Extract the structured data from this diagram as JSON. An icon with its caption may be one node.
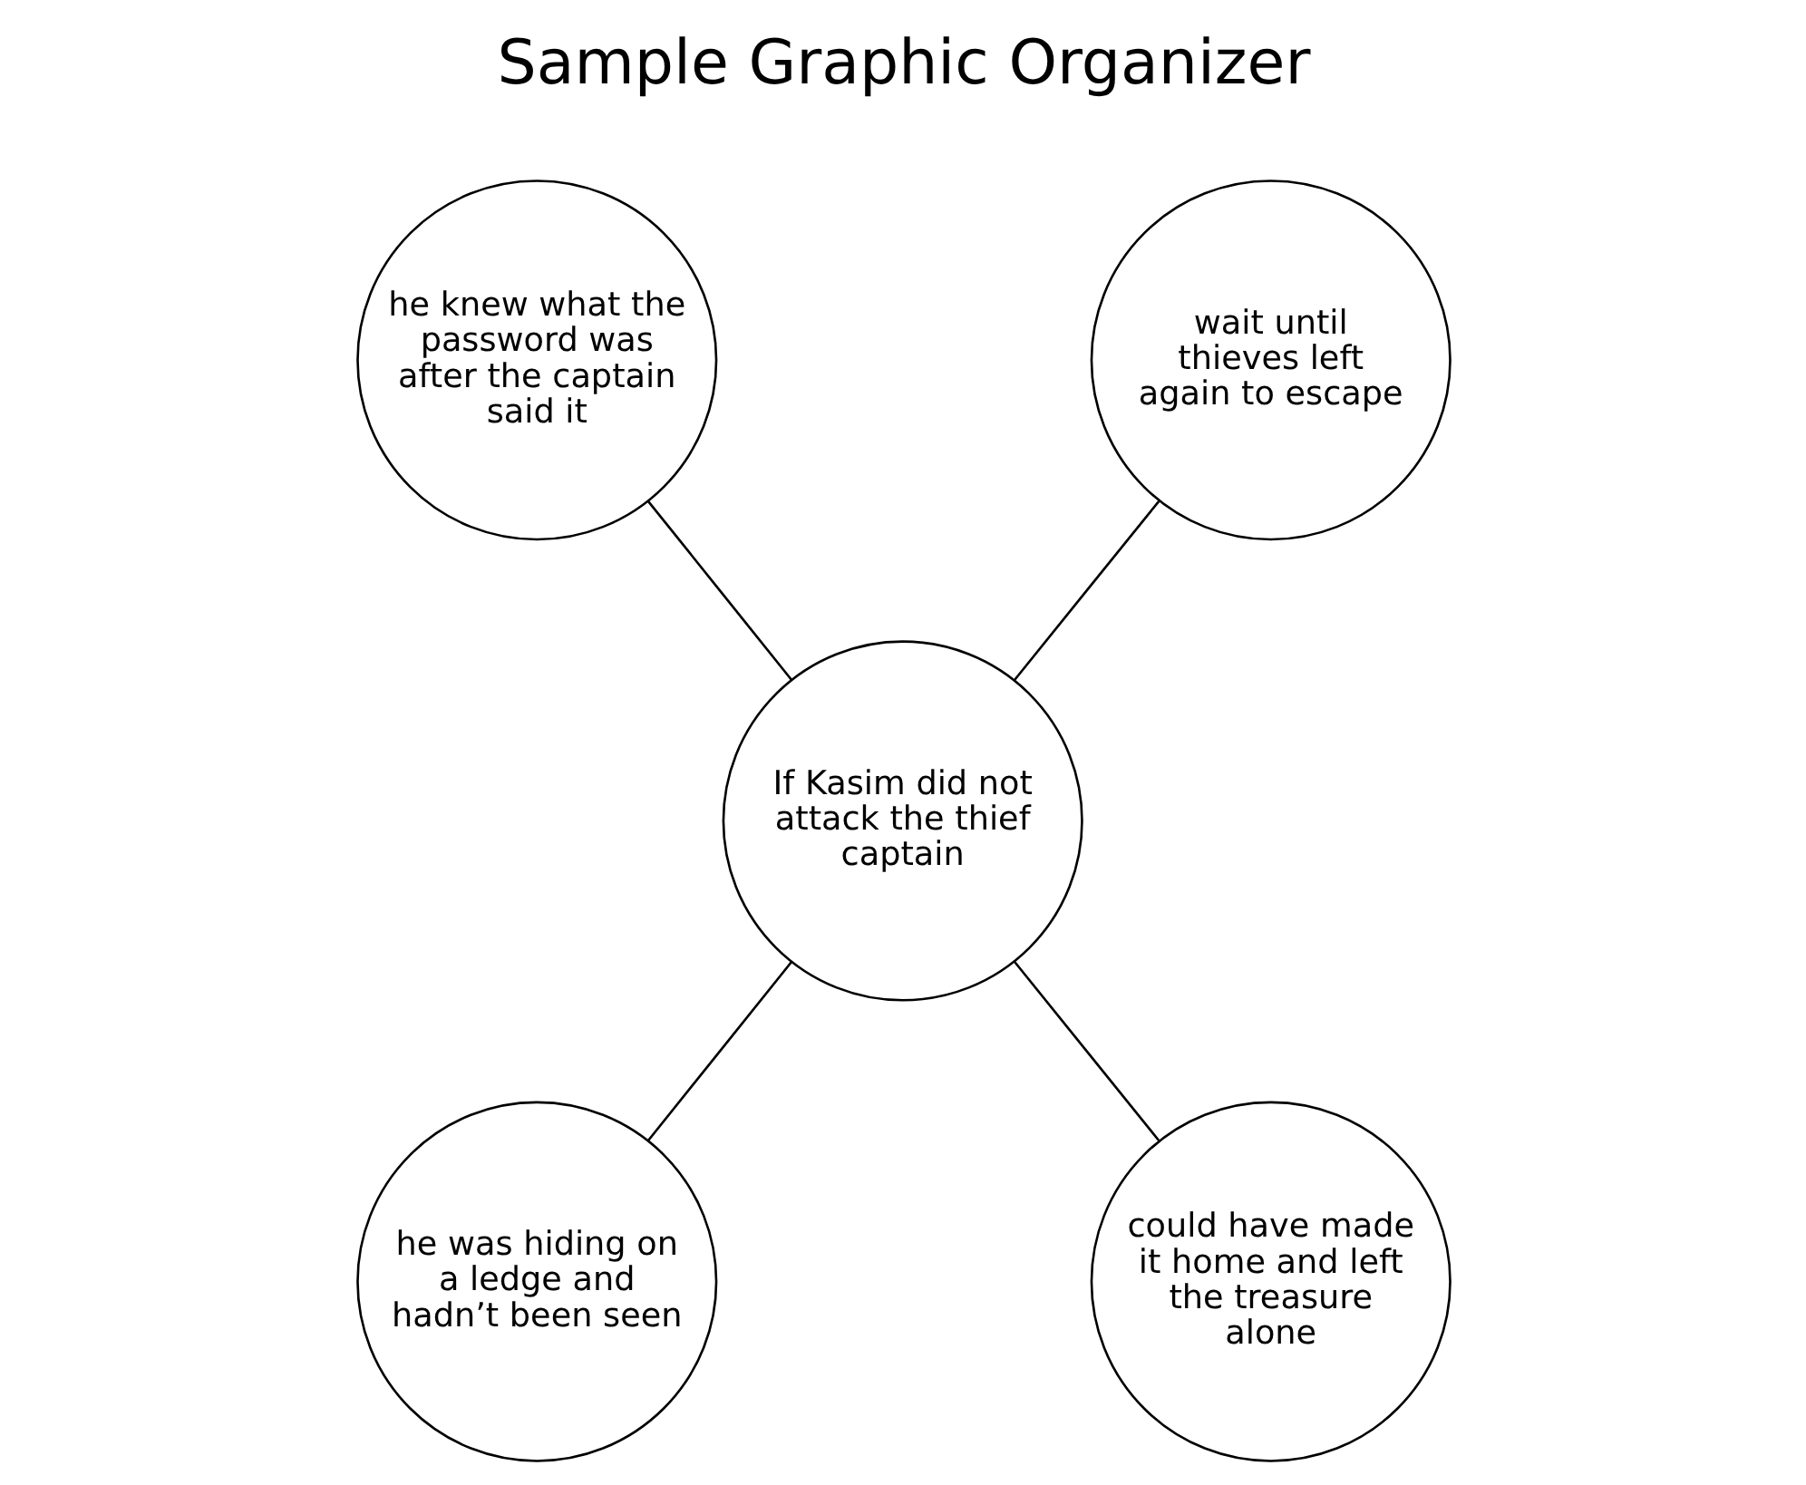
{
  "diagram": {
    "title": "Sample Graphic Organizer",
    "nodes": [
      {
        "text": [
          "he knew what the password was after the captain said it"
        ]
      },
      {
        "text": [
          "wait until thieves left again to escape"
        ]
      },
      {
        "text": [
          "If Kasim did not attack the thief captain"
        ]
      },
      {
        "text": [
          "he was hiding on a ledge and hadn’t been seen"
        ]
      },
      {
        "text": [
          "could have made it home and left the treasure alone"
        ]
      }
    ],
    "edges": [
      {
        "from": 0,
        "to": 2,
        "arrow": "none"
      },
      {
        "from": 1,
        "to": 2,
        "arrow": "none"
      },
      {
        "from": 2,
        "to": 3,
        "arrow": "none"
      },
      {
        "from": 2,
        "to": 4,
        "arrow": "none"
      }
    ]
  }
}
